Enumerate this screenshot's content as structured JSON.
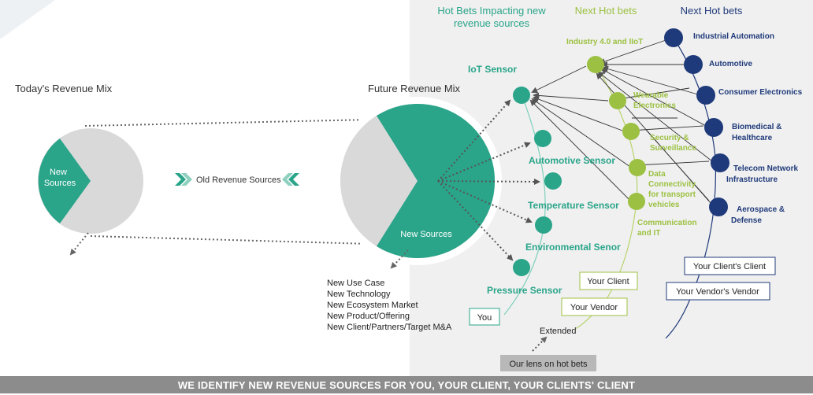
{
  "left": {
    "title": "Today's Revenue Mix",
    "new_sources_line1": "New",
    "new_sources_line2": "Sources",
    "old_revenue_label": "Old Revenue Sources"
  },
  "center": {
    "title": "Future Revenue Mix",
    "new_sources": "New Sources",
    "list": [
      "New Use Case",
      "New Technology",
      "New Ecosystem Market",
      "New Product/Offering",
      "New Client/Partners/Target M&A"
    ]
  },
  "headers": {
    "hot_bets_line1": "Hot Bets Impacting new",
    "hot_bets_line2": "revenue sources",
    "next_hot_bets_green": "Next Hot bets",
    "next_hot_bets_blue": "Next Hot bets"
  },
  "sensors": [
    "IoT Sensor",
    "Automotive Sensor",
    "Temperature Sensor",
    "Environmental Senor",
    "Pressure Sensor"
  ],
  "green_nodes": {
    "industry": "Industry 4.0 and IIoT",
    "wearable_1": "Wearable",
    "wearable_2": "Electronics",
    "security_1": "Security &",
    "security_2": "Surveillance",
    "data_1": "Data",
    "data_2": "Connectivity",
    "data_3": "for transport",
    "data_4": "vehicles",
    "comm_1": "Communication",
    "comm_2": "and IT"
  },
  "blue_nodes": {
    "industrial": "Industrial Automation",
    "automotive": "Automotive",
    "consumer": "Consumer Electronics",
    "biomedical_1": "Biomedical &",
    "biomedical_2": "Healthcare",
    "telecom_1": "Telecom Network",
    "telecom_2": "Infrastructure",
    "aerospace_1": "Aerospace &",
    "aerospace_2": "Defense"
  },
  "boxes": {
    "you": "You",
    "your_client": "Your Client",
    "your_vendor": "Your Vendor",
    "your_clients_client": "Your Client's Client",
    "your_vendors_vendor": "Your Vendor's Vendor",
    "extended": "Extended",
    "our_lens": "Our lens on hot bets"
  },
  "footer": "WE IDENTIFY NEW REVENUE SOURCES FOR YOU, YOUR CLIENT, YOUR CLIENTS' CLIENT",
  "colors": {
    "teal": "#2aa58a",
    "lime": "#9cc142",
    "navy": "#1f3a7a",
    "gray_pie": "#d9d9d9",
    "panel": "#f0f0f0",
    "footer": "#8c8c8c"
  }
}
